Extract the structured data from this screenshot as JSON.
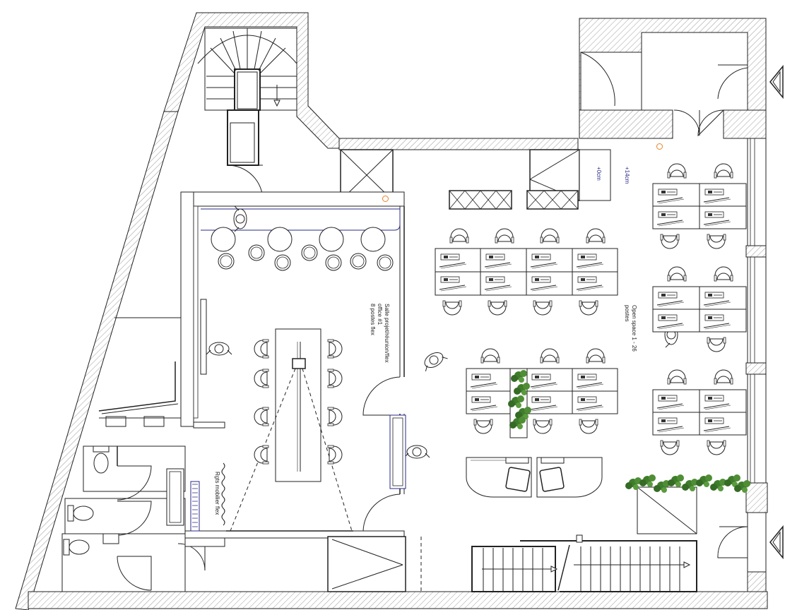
{
  "plan": {
    "labels": {
      "meeting_room_line1": "Salle projet/réunion/flex",
      "meeting_room_line2": "office #1",
      "meeting_room_line3": "8 postes flex",
      "open_space_line1": "Open space 1 - 26",
      "open_space_line2": "postes",
      "storage_label": "Rgts mobilier flex",
      "level_0": "+0cm",
      "level_14": "+14cm"
    },
    "colors": {
      "wall_hatch": "#9a9a9a",
      "line": "#1a1a1a",
      "plant": "#3f7d2c",
      "marker": "#e8822a",
      "label_blue": "#2a2a8a"
    },
    "icons": [
      "entrance-arrow-icon",
      "staircase-icon",
      "door-swing-icon",
      "plant-icon",
      "person-icon",
      "toilet-icon",
      "projector-icon"
    ]
  }
}
